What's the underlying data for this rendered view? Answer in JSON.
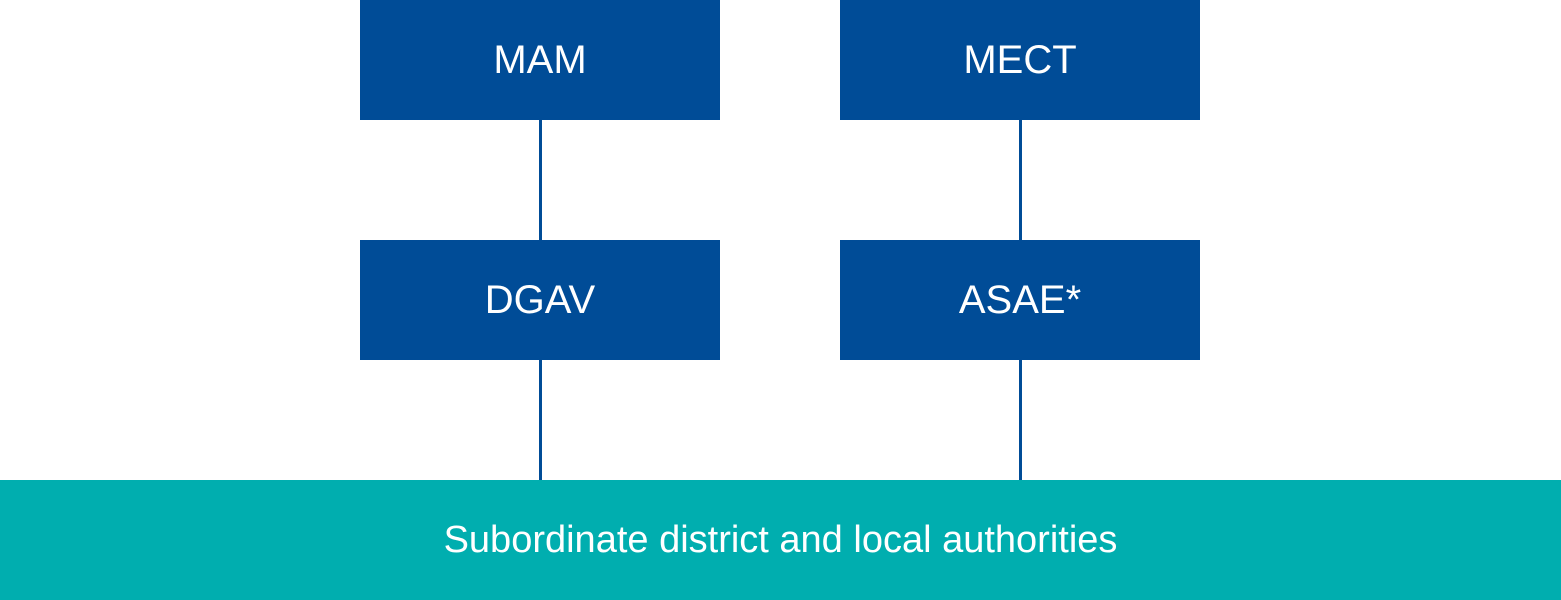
{
  "diagram": {
    "nodes": [
      {
        "id": "mam",
        "label": "MAM",
        "level": 1
      },
      {
        "id": "mect",
        "label": "MECT",
        "level": 1
      },
      {
        "id": "dgav",
        "label": "DGAV",
        "level": 2
      },
      {
        "id": "asae",
        "label": "ASAE*",
        "level": 2
      }
    ],
    "bottom": {
      "label": "Subordinate district and local authorities"
    },
    "edges": [
      {
        "from": "MAM",
        "to": "DGAV"
      },
      {
        "from": "MECT",
        "to": "ASAE*"
      },
      {
        "from": "DGAV",
        "to": "Subordinate district and local authorities"
      },
      {
        "from": "ASAE*",
        "to": "Subordinate district and local authorities"
      }
    ],
    "colors": {
      "box": "#004c97",
      "bar": "#00aeaf",
      "text": "#ffffff"
    }
  }
}
